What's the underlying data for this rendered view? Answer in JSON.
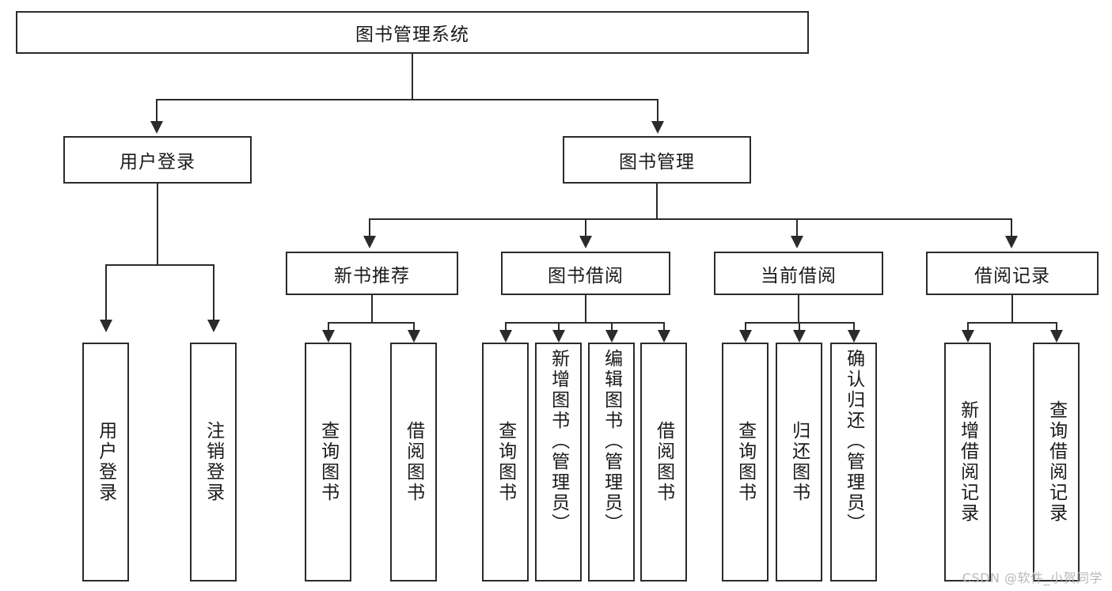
{
  "diagram": {
    "type": "tree-hierarchy-chart",
    "title": "图书管理系统",
    "line_color": "#2b2b2b",
    "background_color": "#ffffff",
    "levels": 4,
    "root": {
      "label": "图书管理系统"
    },
    "level2": [
      {
        "label": "用户登录"
      },
      {
        "label": "图书管理"
      }
    ],
    "level3": [
      {
        "label": "新书推荐"
      },
      {
        "label": "图书借阅"
      },
      {
        "label": "当前借阅"
      },
      {
        "label": "借阅记录"
      }
    ],
    "user_login_children": [
      {
        "label": "用户登录"
      },
      {
        "label": "注销登录"
      }
    ],
    "new_book_children": [
      {
        "label": "查询图书"
      },
      {
        "label": "借阅图书"
      }
    ],
    "borrow_children": [
      {
        "label": "查询图书"
      },
      {
        "label": "新增图书（管理员）"
      },
      {
        "label": "编辑图书（管理员）"
      },
      {
        "label": "借阅图书"
      }
    ],
    "current_borrow_children": [
      {
        "label": "查询图书"
      },
      {
        "label": "归还图书"
      },
      {
        "label": "确认归还（管理员）"
      }
    ],
    "record_children": [
      {
        "label": "新增借阅记录"
      },
      {
        "label": "查询借阅记录"
      }
    ]
  },
  "watermark": {
    "text": "CSDN @软件_小贺同学"
  }
}
